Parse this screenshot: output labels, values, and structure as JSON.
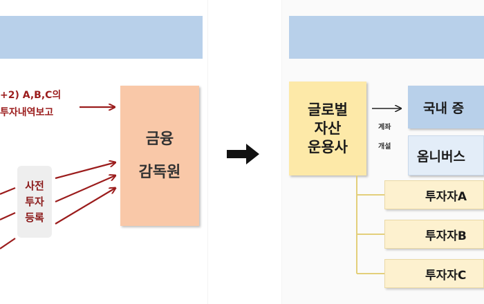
{
  "left": {
    "report_line1": "+2)  A,B,C의",
    "report_line2": "투자내역보고",
    "fss_line1": "금융",
    "fss_line2": "감독원",
    "prereg_line1": "사전",
    "prereg_line2": "투자",
    "prereg_line3": "등록"
  },
  "right": {
    "global_am_line1": "글로벌",
    "global_am_line2": "자산",
    "global_am_line3": "운용사",
    "open_label_1": "계좌",
    "open_label_2": "개설",
    "domestic": "국내 증",
    "omnibus": "옴니버스",
    "investor_a": "투자자A",
    "investor_b": "투자자B",
    "investor_c": "투자자C"
  },
  "colors": {
    "header": "#b8d0ea",
    "fss": "#f9c8a8",
    "global_am": "#fde9a8",
    "investor": "#fdf1cf",
    "arrow_red": "#9b1c1c"
  }
}
